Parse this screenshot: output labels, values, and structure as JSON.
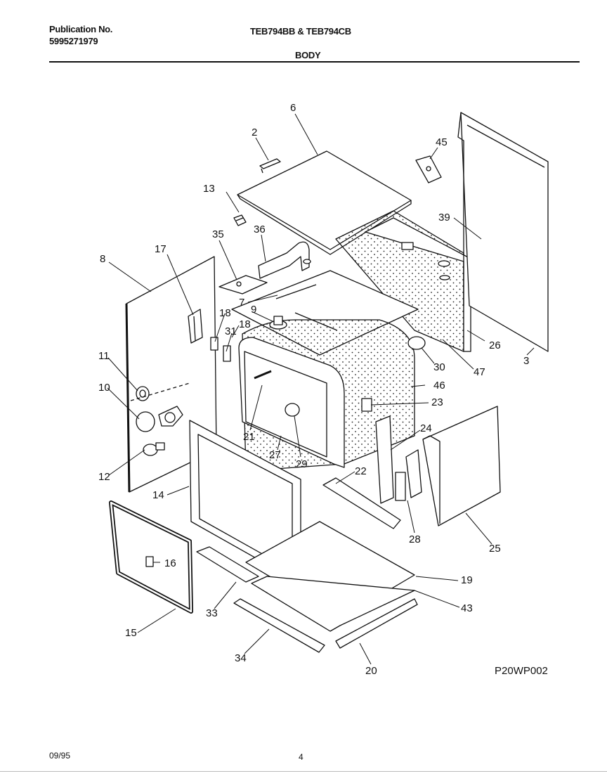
{
  "header": {
    "publication_label": "Publication No.",
    "publication_number": "5995271979",
    "model": "TEB794BB & TEB794CB",
    "section": "BODY"
  },
  "figure_code": "P20WP002",
  "footer": {
    "date": "09/95",
    "page": "4"
  },
  "callouts": [
    "2",
    "3",
    "6",
    "7",
    "8",
    "9",
    "10",
    "11",
    "12",
    "13",
    "14",
    "15",
    "16",
    "17",
    "18",
    "18",
    "19",
    "20",
    "21",
    "22",
    "23",
    "24",
    "25",
    "26",
    "27",
    "28",
    "29",
    "30",
    "31",
    "33",
    "34",
    "35",
    "36",
    "39",
    "43",
    "45",
    "46",
    "47"
  ]
}
